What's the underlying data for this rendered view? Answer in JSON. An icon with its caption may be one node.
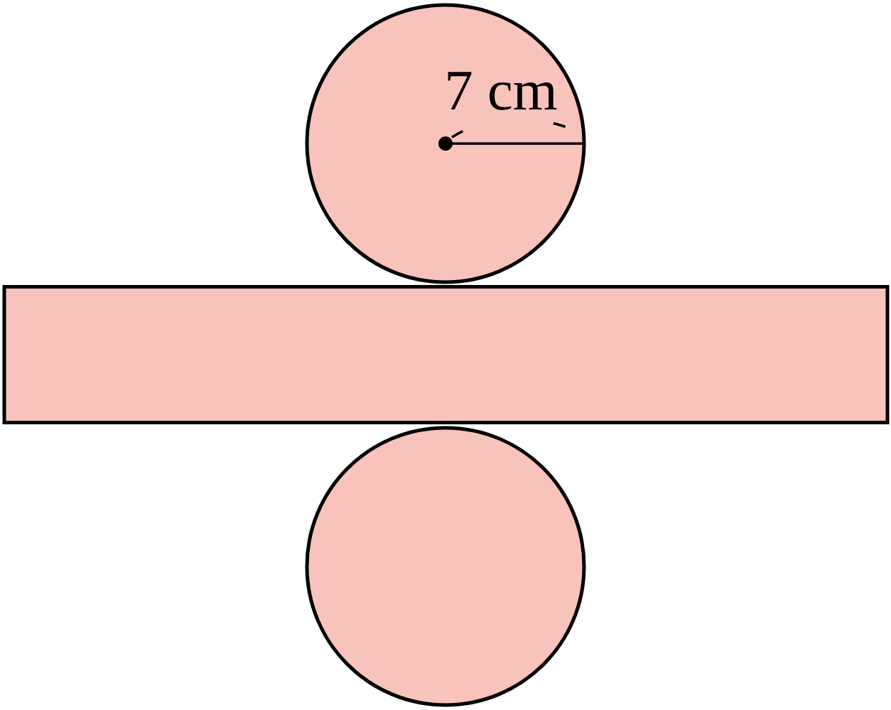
{
  "diagram": {
    "nodes": [
      {
        "text": [],
        "shape": "circle"
      },
      {
        "text": [],
        "shape": "box"
      },
      {
        "text": [],
        "shape": "circle"
      }
    ],
    "labels": [
      "7 cm"
    ]
  }
}
